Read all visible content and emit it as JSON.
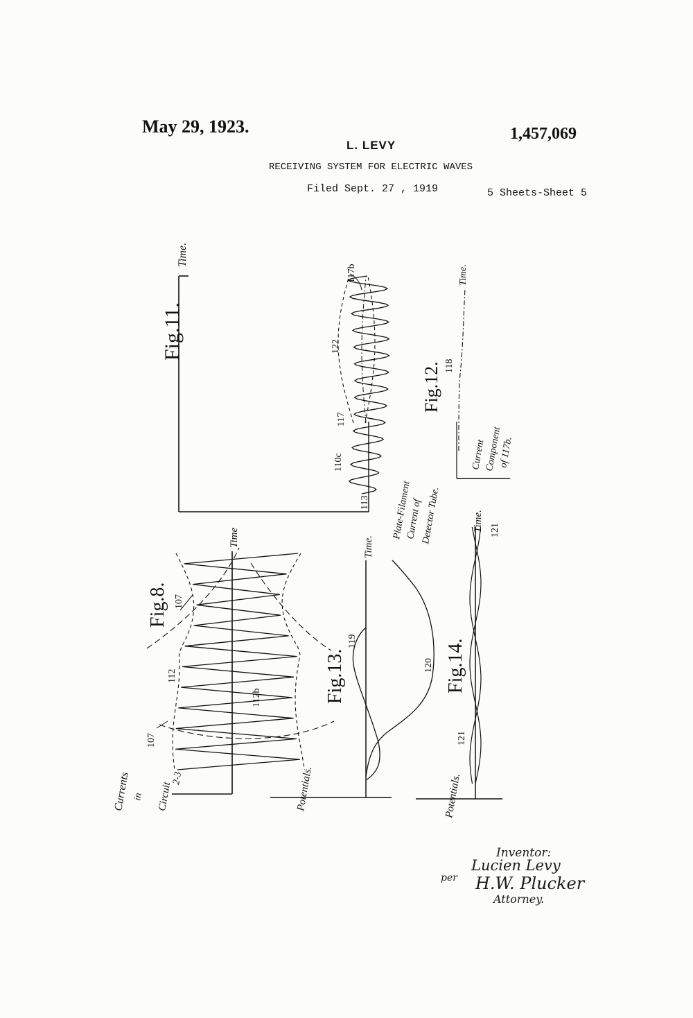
{
  "header": {
    "date": "May 29, 1923.",
    "patent_number": "1,457,069",
    "inventor_name": "L. LEVY",
    "title": "RECEIVING SYSTEM FOR ELECTRIC WAVES",
    "filed": "Filed Sept. 27 , 1919",
    "sheets": "5 Sheets-Sheet 5"
  },
  "fig11": {
    "label": "Fig.11.",
    "axis_label": "Time.",
    "refs": {
      "r113": "113",
      "r110c": "110c",
      "r117": "117",
      "r122": "122",
      "r117b": "117b"
    },
    "caption": [
      "Plate-Filament",
      "Current of",
      "Detector Tube."
    ]
  },
  "fig12": {
    "label": "Fig.12.",
    "axis_label": "Time.",
    "refs": {
      "r118": "118"
    },
    "caption": [
      "Current",
      "Component",
      "of 117b."
    ]
  },
  "fig8": {
    "label": "Fig.8.",
    "axis_label": "Time",
    "refs": {
      "r107a": "107",
      "r107b": "107",
      "r112": "112",
      "r112b": "112b"
    },
    "caption": [
      "Currents",
      "in",
      "Circuit",
      "2-3"
    ]
  },
  "fig13": {
    "label": "Fig.13.",
    "axis_label": "Time.",
    "refs": {
      "r119": "119",
      "r120": "120"
    },
    "caption": "Potentials."
  },
  "fig14": {
    "label": "Fig.14.",
    "axis_label": "Time.",
    "refs": {
      "r121a": "121",
      "r121b": "121"
    },
    "caption": "Potentials."
  },
  "signature": {
    "inventor_label": "Inventor:",
    "inventor": "Lucien Levy",
    "per": "per",
    "attorney_signature": "H.W. Plucker",
    "attorney_label": "Attorney."
  }
}
